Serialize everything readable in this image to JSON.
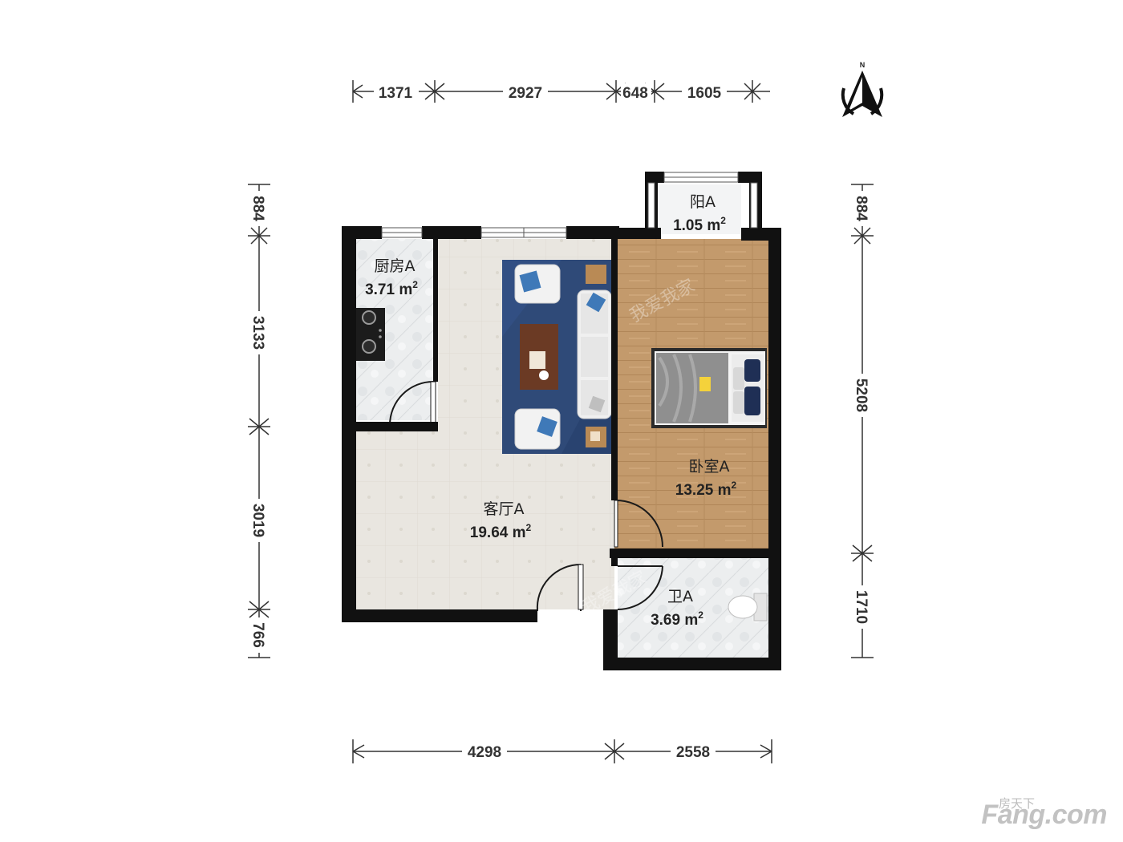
{
  "compass": {
    "label": "N"
  },
  "dimensions": {
    "top": [
      "1371",
      "2927",
      "648",
      "1605"
    ],
    "bottom": [
      "4298",
      "2558"
    ],
    "left": [
      "884",
      "3133",
      "3019",
      "766"
    ],
    "right": [
      "884",
      "5208",
      "1710"
    ]
  },
  "rooms": {
    "kitchen": {
      "name": "厨房A",
      "area": "3.71 m",
      "sup": "2"
    },
    "balcony": {
      "name": "阳A",
      "area": "1.05 m",
      "sup": "2"
    },
    "living": {
      "name": "客厅A",
      "area": "19.64 m",
      "sup": "2"
    },
    "bedroom": {
      "name": "卧室A",
      "area": "13.25 m",
      "sup": "2"
    },
    "bath": {
      "name": "卫A",
      "area": "3.69 m",
      "sup": "2"
    }
  },
  "watermark": "我爱我家",
  "brand": {
    "cn": "房天下",
    "en": "Fang.com"
  },
  "colors": {
    "wall": "#111111",
    "living_floor": "#e9e6e0",
    "bedroom_floor": "#c49a6c",
    "tile": "#eef0f1",
    "rug": "#2f4a78",
    "dim_line": "#333333"
  }
}
